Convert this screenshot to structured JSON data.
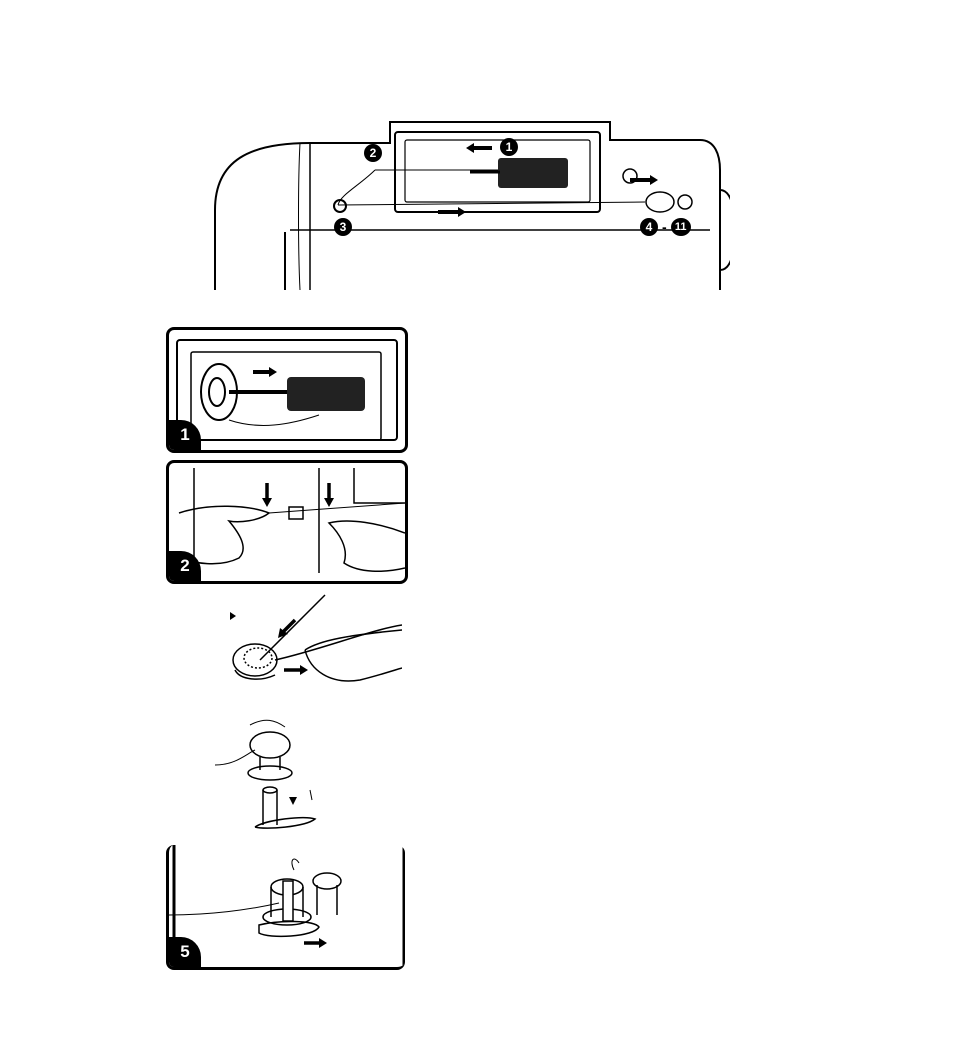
{
  "overview": {
    "callouts": {
      "spool": "1",
      "guide": "2",
      "tension": "3",
      "range_start": "4",
      "range_sep": "-",
      "range_end": "11"
    }
  },
  "steps": [
    {
      "badge": "1"
    },
    {
      "badge": "2"
    },
    {
      "badge": ""
    },
    {
      "badge": ""
    },
    {
      "badge": "5"
    }
  ]
}
